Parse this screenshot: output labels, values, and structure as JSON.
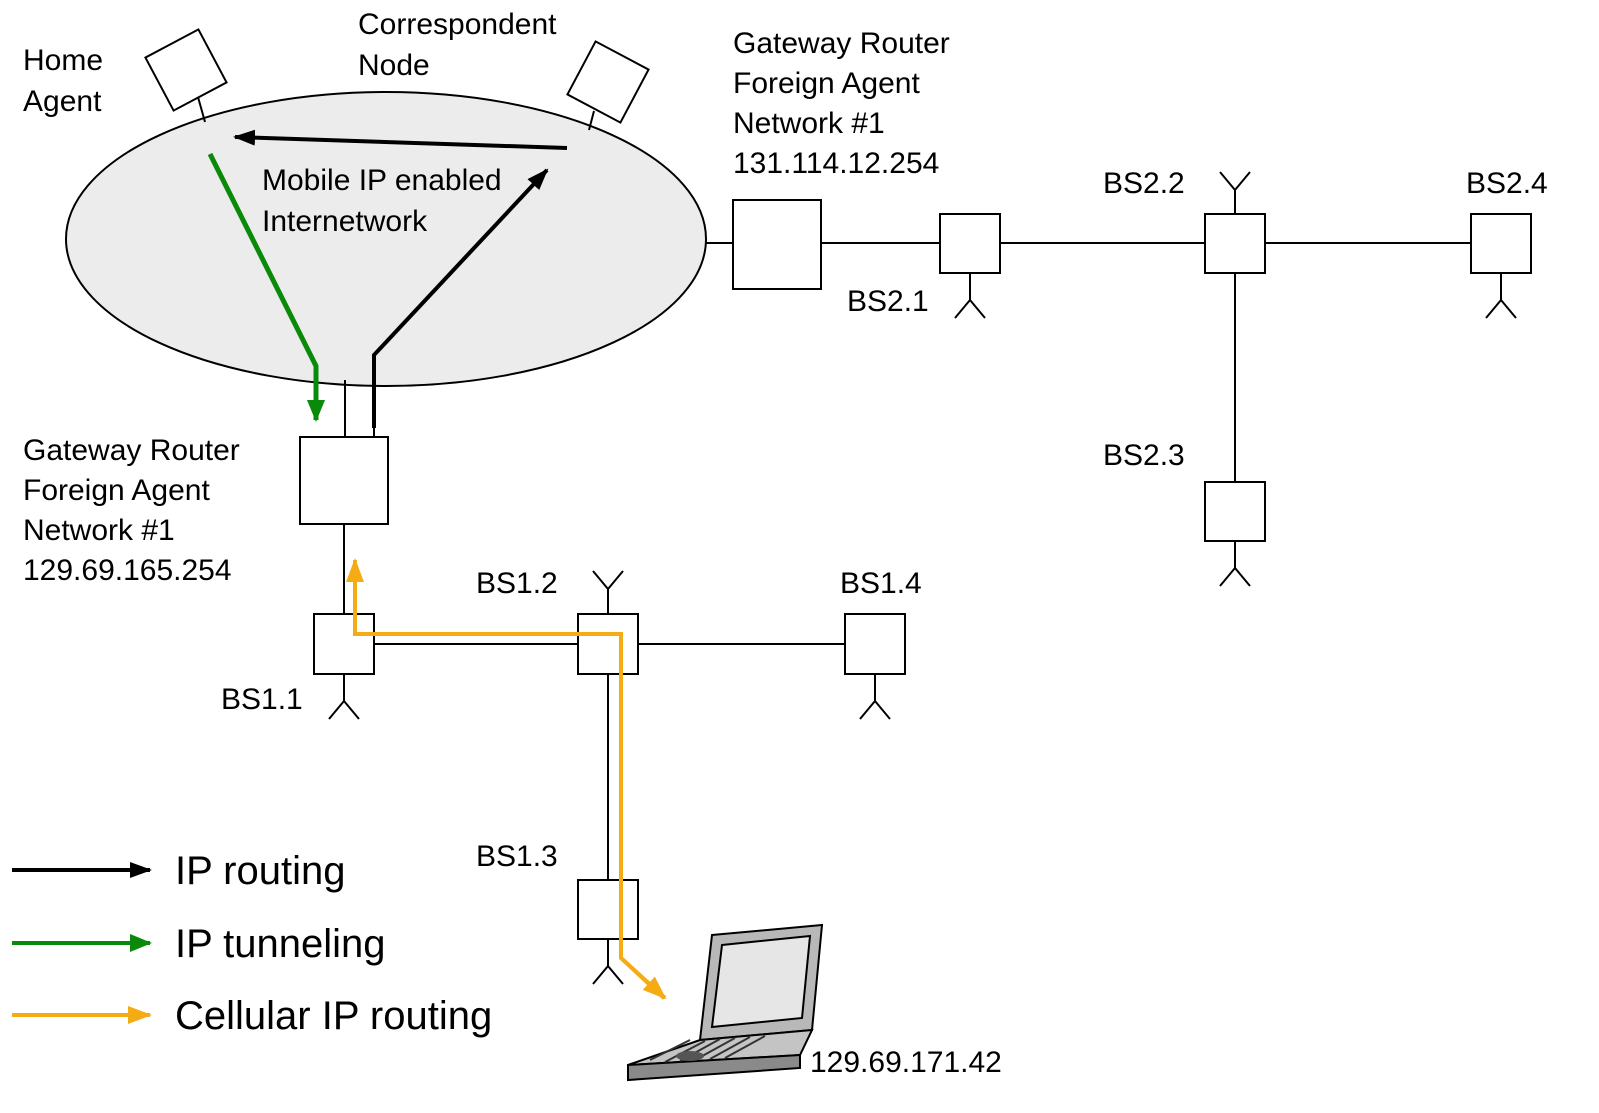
{
  "colors": {
    "ip_routing": "#000000",
    "ip_tunneling": "#0a8a0a",
    "cellular_ip_routing": "#f5ac14",
    "cloud_fill": "#ececec"
  },
  "nodes": {
    "home_agent": [
      "Home",
      "Agent"
    ],
    "correspondent_node": [
      "Correspondent",
      "Node"
    ],
    "internetwork": [
      "Mobile IP enabled",
      "Internetwork"
    ],
    "gateway_2": [
      "Gateway Router",
      "Foreign Agent",
      "Network #1",
      "131.114.12.254"
    ],
    "gateway_1": [
      "Gateway Router",
      "Foreign Agent",
      "Network #1",
      "129.69.165.254"
    ],
    "bs2_1": "BS2.1",
    "bs2_2": "BS2.2",
    "bs2_3": "BS2.3",
    "bs2_4": "BS2.4",
    "bs1_1": "BS1.1",
    "bs1_2": "BS1.2",
    "bs1_3": "BS1.3",
    "bs1_4": "BS1.4",
    "mobile_host_ip": "129.69.171.42",
    "mobile_host_icon": "laptop-icon"
  },
  "legend": {
    "ip_routing": "IP routing",
    "ip_tunneling": "IP tunneling",
    "cellular_ip_routing": "Cellular IP routing"
  }
}
